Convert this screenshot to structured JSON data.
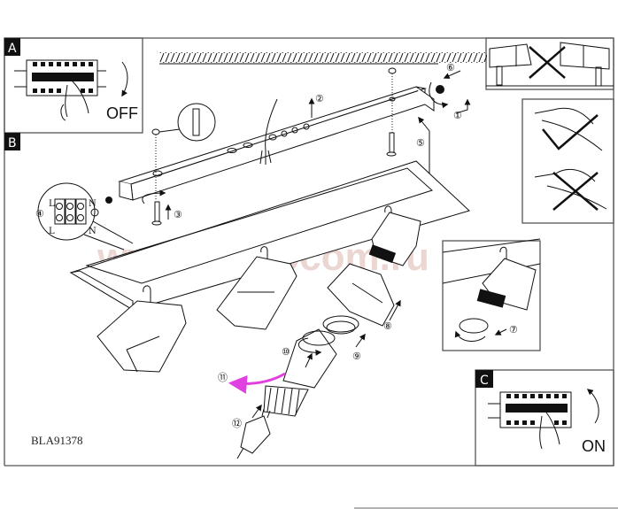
{
  "document": {
    "model_code": "BLA91378",
    "watermark": "www.svetocom.ru"
  },
  "sections": {
    "A": {
      "letter": "A",
      "switch_state": "OFF"
    },
    "B": {
      "letter": "B"
    },
    "C": {
      "letter": "C",
      "switch_state": "ON"
    }
  },
  "terminal_block": {
    "step": "4",
    "labels": {
      "top_left": "L",
      "bottom_left": "L",
      "top_right": "N",
      "bottom_right": "N"
    },
    "earth_symbol": "earth-ground"
  },
  "steps": [
    "1",
    "2",
    "3",
    "4",
    "5",
    "6",
    "7",
    "8",
    "9",
    "10",
    "11",
    "12"
  ],
  "step_labels": {
    "s1": "①",
    "s2": "②",
    "s3": "③",
    "s4": "④",
    "s5": "⑤",
    "s6": "⑥",
    "s7": "⑦",
    "s8": "⑧",
    "s9": "⑨",
    "s10": "⑩",
    "s11": "⑪",
    "s12": "⑫"
  },
  "colors": {
    "line": "#111111",
    "frame": "#555555",
    "highlight_arrow": "#e040e0",
    "watermark": "#e6c9c3"
  },
  "warnings": {
    "do_not_tilt_heads": "crossed-out",
    "touch_bulb_with_tissue": "allowed-check",
    "touch_bulb_bare_fingers": "crossed-out"
  }
}
